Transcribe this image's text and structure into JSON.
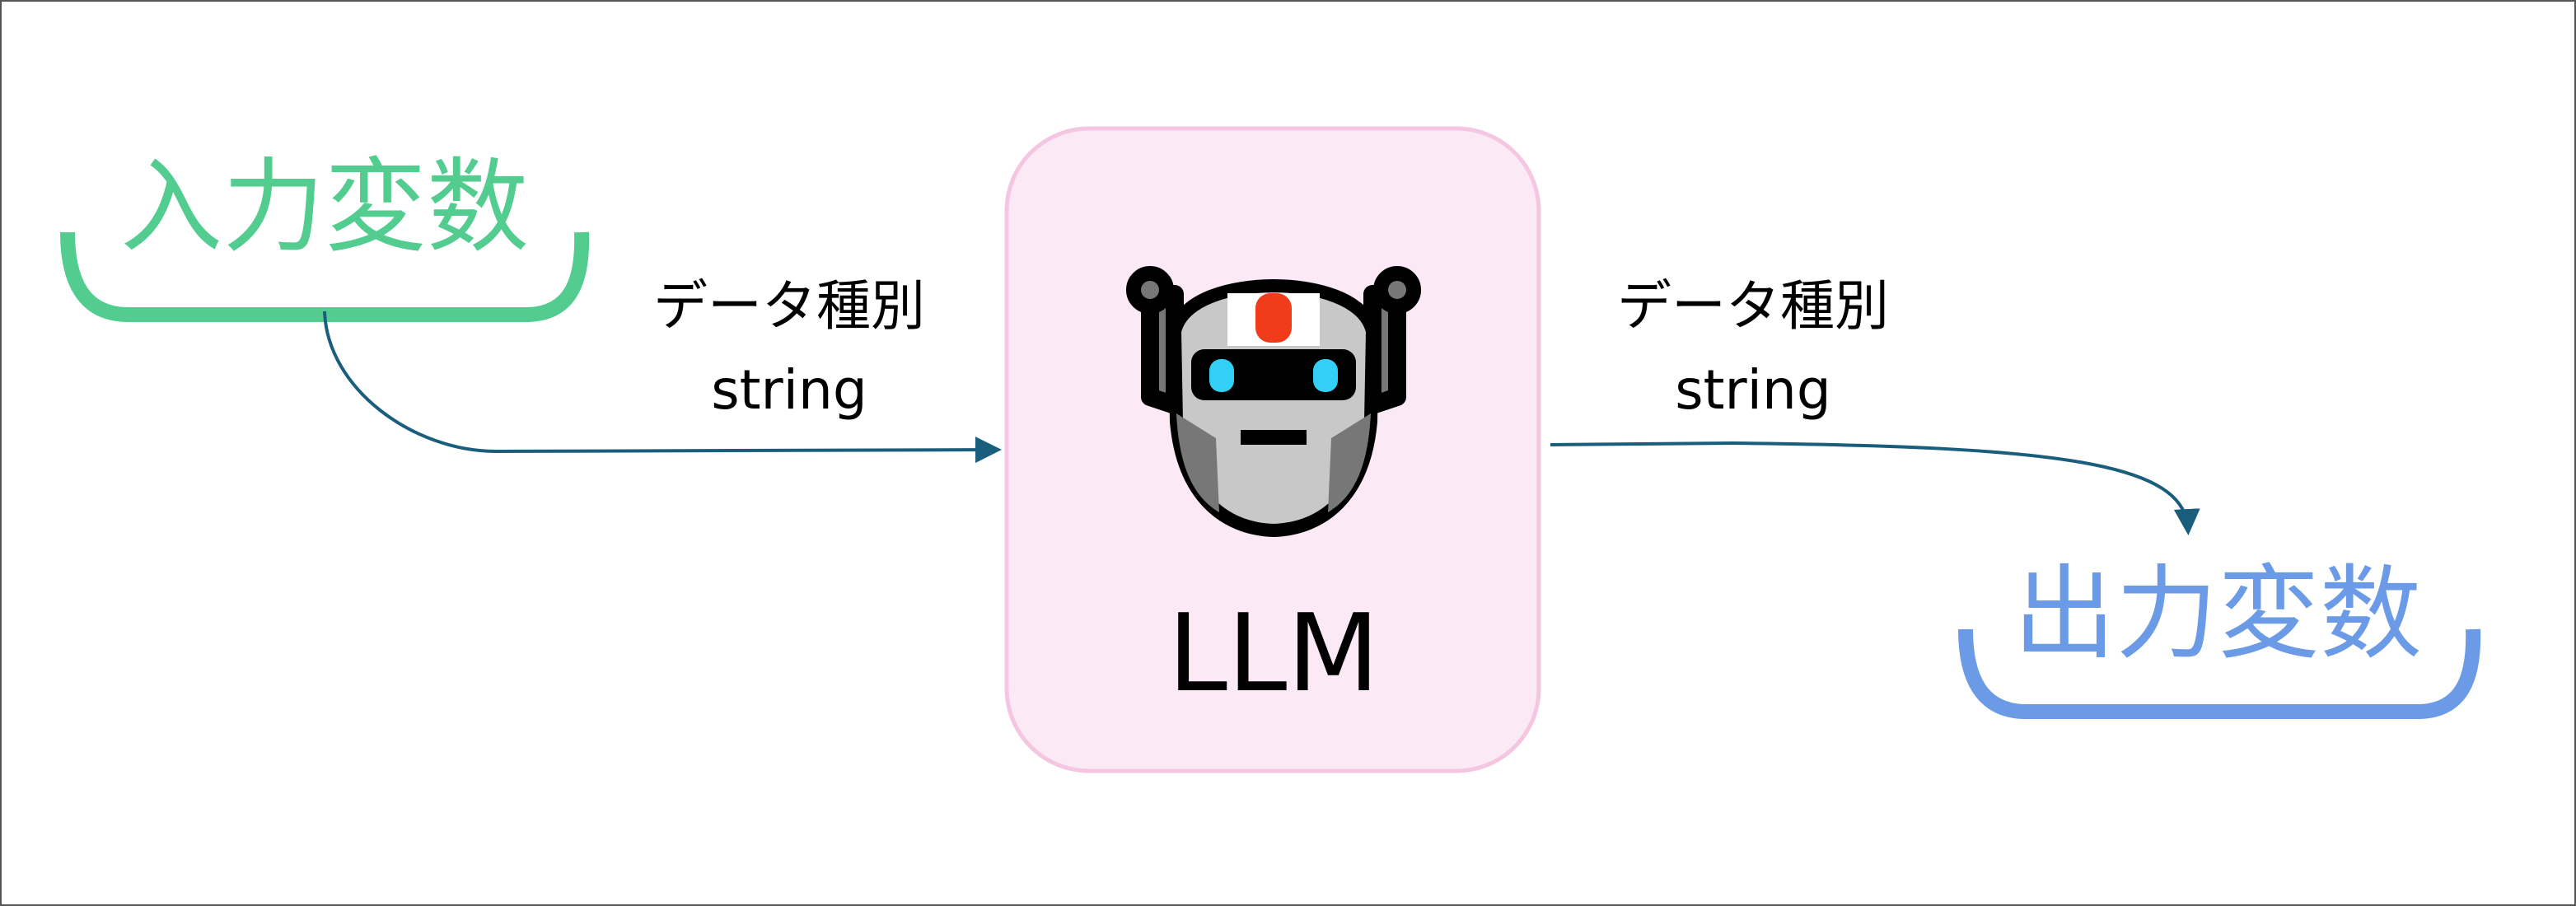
{
  "input": {
    "label": "入力変数",
    "color": "#52cc8f"
  },
  "output": {
    "label": "出力変数",
    "color": "#6b9be6"
  },
  "llm": {
    "label": "LLM",
    "icon": "robot-icon",
    "fill": "#fbeaf5",
    "border": "#f4c6e2"
  },
  "edge_in": {
    "type_label": "データ種別",
    "type_value": "string",
    "color": "#1a5e7e"
  },
  "edge_out": {
    "type_label": "データ種別",
    "type_value": "string",
    "color": "#1a5e7e"
  }
}
